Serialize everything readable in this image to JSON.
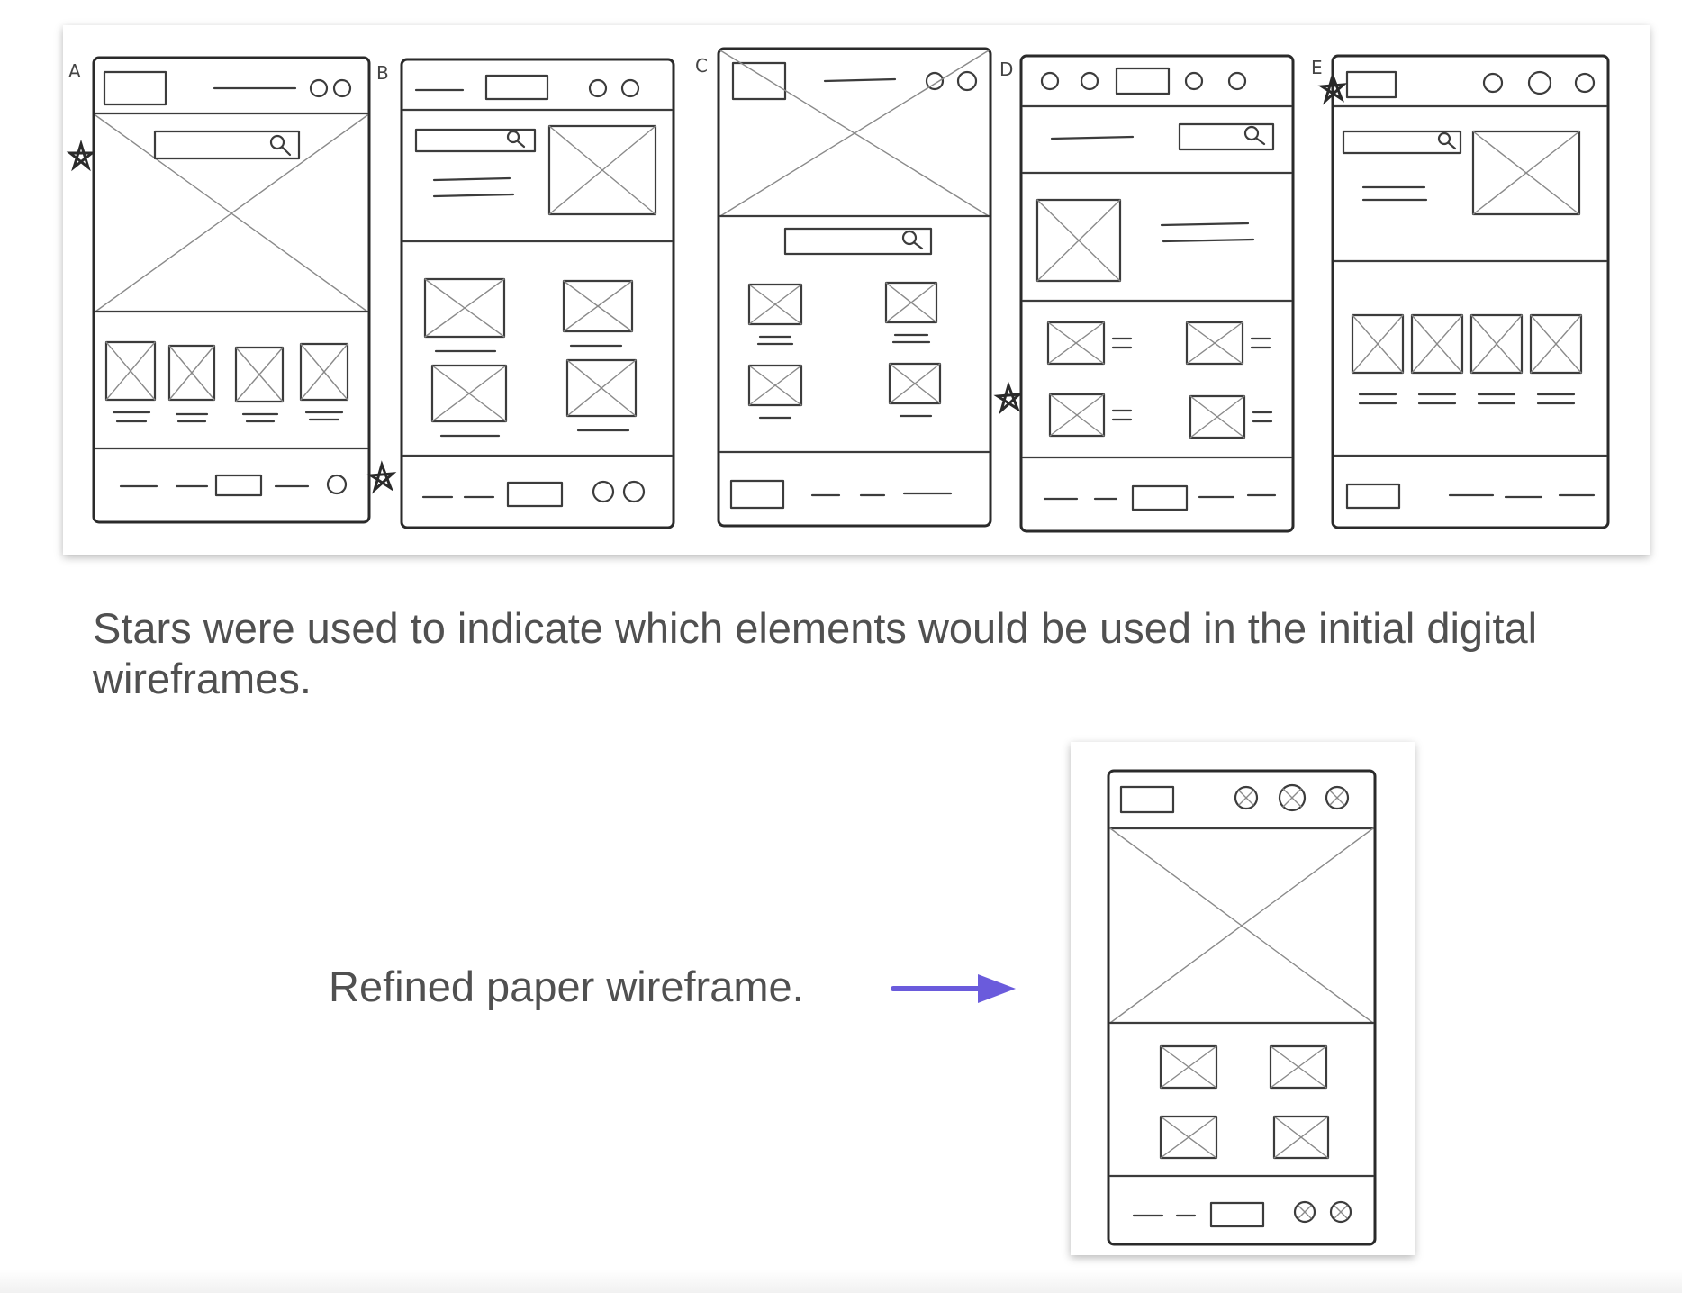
{
  "caption": "Stars were used to indicate which elements would be used in the initial digital wireframes.",
  "refined_label": "Refined paper wireframe.",
  "sketch_labels": [
    "A",
    "B",
    "C",
    "D",
    "E"
  ],
  "colors": {
    "arrow": "#6a5bdc",
    "text": "#505050",
    "pencil": "#3c3c3c"
  },
  "icons": [
    "star-icon",
    "arrow-right-icon",
    "search-icon",
    "close-circle-icon"
  ]
}
